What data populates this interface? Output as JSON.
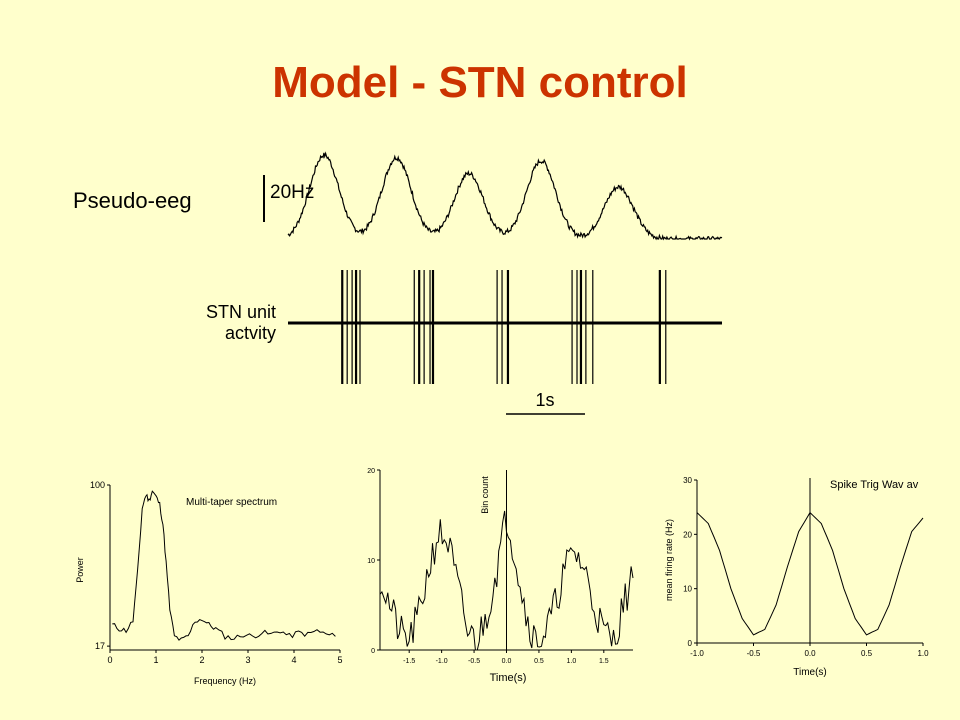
{
  "slide": {
    "title": "Model - STN control",
    "background_color": "#ffffcc",
    "title_color": "#cc3300"
  },
  "chart_data": [
    {
      "type": "line",
      "title": "",
      "label": "Pseudo-eeg",
      "scale_bar": "20Hz",
      "peaks_x": [
        0.35,
        1.05,
        1.75,
        2.45,
        3.2
      ],
      "peak_heights": [
        1.0,
        0.97,
        0.78,
        0.93,
        0.62
      ],
      "x_range": [
        0,
        4.2
      ]
    },
    {
      "type": "raster",
      "title": "",
      "label_line1": "STN unit",
      "label_line2": "actvity",
      "scale_bar": "1s",
      "spike_times": [
        0.55,
        0.6,
        0.65,
        0.69,
        0.73,
        1.28,
        1.33,
        1.38,
        1.44,
        1.47,
        2.12,
        2.17,
        2.23,
        2.88,
        2.93,
        2.97,
        3.02,
        3.09,
        3.77,
        3.83
      ],
      "x_range": [
        0,
        4.4
      ]
    },
    {
      "type": "line",
      "title": "Multi-taper spectrum",
      "xlabel": "Frequency (Hz)",
      "ylabel": "Power",
      "x_ticks": [
        "0",
        "1",
        "2",
        "3",
        "4",
        "5"
      ],
      "y_ticks": [
        "100",
        "17"
      ],
      "xlim": [
        0,
        5
      ],
      "ylim": [
        15,
        100
      ],
      "x": [
        0.05,
        0.2,
        0.35,
        0.5,
        0.6,
        0.7,
        0.78,
        0.85,
        0.92,
        1.0,
        1.08,
        1.15,
        1.22,
        1.3,
        1.4,
        1.55,
        1.7,
        1.85,
        2.0,
        2.15,
        2.3,
        2.5,
        2.7,
        2.9,
        3.1,
        3.3,
        3.5,
        3.7,
        3.9,
        4.1,
        4.3,
        4.5,
        4.7,
        4.9
      ],
      "y": [
        28,
        26,
        25,
        30,
        55,
        88,
        95,
        92,
        97,
        94,
        90,
        80,
        60,
        36,
        22,
        20,
        22,
        30,
        31,
        28,
        26,
        22,
        21,
        23,
        22,
        24,
        23,
        25,
        22,
        24,
        23,
        25,
        23,
        22
      ]
    },
    {
      "type": "line",
      "title": "",
      "xlabel": "Time(s)",
      "ylabel": "Bin count",
      "x_ticks": [
        "-1.5",
        "-1.0",
        "-0.5",
        "0.0",
        "0.5",
        "1.0",
        "1.5"
      ],
      "y_ticks": [
        "20",
        "10",
        "0"
      ],
      "xlim": [
        -1.95,
        1.95
      ],
      "ylim": [
        0,
        20
      ],
      "x": [
        -1.95,
        -1.8,
        -1.65,
        -1.5,
        -1.35,
        -1.2,
        -1.05,
        -0.9,
        -0.75,
        -0.6,
        -0.45,
        -0.3,
        -0.15,
        0.0,
        0.15,
        0.3,
        0.45,
        0.6,
        0.75,
        0.9,
        1.05,
        1.2,
        1.35,
        1.5,
        1.65,
        1.8,
        1.95
      ],
      "y": [
        8,
        5,
        2,
        1,
        4,
        9,
        13,
        12,
        7,
        2,
        1,
        4,
        9,
        15,
        10,
        4,
        1,
        2,
        5,
        9,
        11,
        9,
        5,
        2,
        1,
        5,
        8
      ]
    },
    {
      "type": "line",
      "title": "Spike Trig Wav av",
      "xlabel": "Time(s)",
      "ylabel": "mean firing rate (Hz)",
      "x_ticks": [
        "-1.0",
        "-0.5",
        "0.0",
        "0.5",
        "1.0"
      ],
      "y_ticks": [
        "30",
        "20",
        "10",
        "0"
      ],
      "xlim": [
        -1.0,
        1.0
      ],
      "ylim": [
        0,
        30
      ],
      "x": [
        -1.0,
        -0.9,
        -0.8,
        -0.7,
        -0.6,
        -0.5,
        -0.4,
        -0.3,
        -0.2,
        -0.1,
        0.0,
        0.1,
        0.2,
        0.3,
        0.4,
        0.5,
        0.6,
        0.7,
        0.8,
        0.9,
        1.0
      ],
      "y": [
        24,
        22,
        17,
        10,
        4.5,
        1.5,
        2.5,
        7,
        14,
        20.5,
        24,
        22,
        17,
        10,
        4.5,
        1.5,
        2.5,
        7,
        14,
        20.5,
        23
      ]
    }
  ]
}
